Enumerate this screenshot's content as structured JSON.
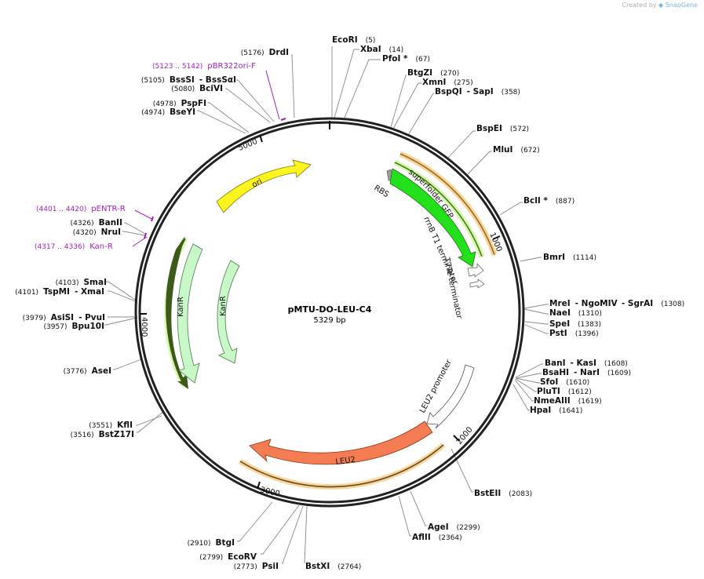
{
  "credit": {
    "prefix": "Created by",
    "brand": "SnapGene"
  },
  "plasmid": {
    "name": "pMTU-DO-LEU-C4",
    "length_label": "5329 bp"
  },
  "ticks": [
    "1000",
    "2000",
    "3000",
    "4000",
    "5000"
  ],
  "enzymes": [
    {
      "id": "ecori",
      "parts": [
        {
          "n": "EcoRI"
        },
        {
          "p": "(5)"
        }
      ]
    },
    {
      "id": "xbai",
      "parts": [
        {
          "n": "XbaI"
        },
        {
          "p": "(14)"
        }
      ]
    },
    {
      "id": "pfoi",
      "parts": [
        {
          "n": "PfoI *"
        },
        {
          "p": "(67)"
        }
      ]
    },
    {
      "id": "btgzi",
      "parts": [
        {
          "n": "BtgZI"
        },
        {
          "p": "(270)"
        }
      ]
    },
    {
      "id": "xmni",
      "parts": [
        {
          "n": "XmnI"
        },
        {
          "p": "(275)"
        }
      ]
    },
    {
      "id": "bspqi",
      "parts": [
        {
          "n": "BspQI"
        },
        {
          "n": "- SapI"
        },
        {
          "p": "(358)"
        }
      ]
    },
    {
      "id": "bspei",
      "parts": [
        {
          "n": "BspEI"
        },
        {
          "p": "(572)"
        }
      ]
    },
    {
      "id": "mlui",
      "parts": [
        {
          "n": "MluI"
        },
        {
          "p": "(672)"
        }
      ]
    },
    {
      "id": "bcli",
      "parts": [
        {
          "n": "BclI *"
        },
        {
          "p": "(887)"
        }
      ]
    },
    {
      "id": "bmri",
      "parts": [
        {
          "n": "BmrI"
        },
        {
          "p": "(1114)"
        }
      ]
    },
    {
      "id": "mrei",
      "parts": [
        {
          "n": "MreI"
        },
        {
          "n": "- NgoMIV"
        },
        {
          "n": "- SgrAI"
        },
        {
          "p": "(1308)"
        }
      ]
    },
    {
      "id": "naei",
      "parts": [
        {
          "n": "NaeI"
        },
        {
          "p": "(1310)"
        }
      ]
    },
    {
      "id": "spei",
      "parts": [
        {
          "n": "SpeI"
        },
        {
          "p": "(1383)"
        }
      ]
    },
    {
      "id": "psti",
      "parts": [
        {
          "n": "PstI"
        },
        {
          "p": "(1396)"
        }
      ]
    },
    {
      "id": "bani",
      "parts": [
        {
          "n": "BanI"
        },
        {
          "n": "- KasI"
        },
        {
          "p": "(1608)"
        }
      ]
    },
    {
      "id": "bsahi",
      "parts": [
        {
          "n": "BsaHI"
        },
        {
          "n": "- NarI"
        },
        {
          "p": "(1609)"
        }
      ]
    },
    {
      "id": "sfoi",
      "parts": [
        {
          "n": "SfoI"
        },
        {
          "p": "(1610)"
        }
      ]
    },
    {
      "id": "pluti",
      "parts": [
        {
          "n": "PluTI"
        },
        {
          "p": "(1612)"
        }
      ]
    },
    {
      "id": "nmeaiii",
      "parts": [
        {
          "n": "NmeAIII"
        },
        {
          "p": "(1619)"
        }
      ]
    },
    {
      "id": "hpai",
      "parts": [
        {
          "n": "HpaI"
        },
        {
          "p": "(1641)"
        }
      ]
    },
    {
      "id": "bsteii",
      "parts": [
        {
          "n": "BstEII"
        },
        {
          "p": "(2083)"
        }
      ]
    },
    {
      "id": "agei",
      "parts": [
        {
          "n": "AgeI"
        },
        {
          "p": "(2299)"
        }
      ]
    },
    {
      "id": "aflii",
      "parts": [
        {
          "n": "AflII"
        },
        {
          "p": "(2364)"
        }
      ]
    },
    {
      "id": "bstxi",
      "parts": [
        {
          "n": "BstXI"
        },
        {
          "p": "(2764)"
        }
      ]
    },
    {
      "id": "psii",
      "parts": [
        {
          "p": "(2773)"
        },
        {
          "n": "PsiI"
        }
      ]
    },
    {
      "id": "ecorv",
      "parts": [
        {
          "p": "(2799)"
        },
        {
          "n": "EcoRV"
        }
      ]
    },
    {
      "id": "btgi",
      "parts": [
        {
          "p": "(2910)"
        },
        {
          "n": "BtgI"
        }
      ]
    },
    {
      "id": "bstz17i",
      "parts": [
        {
          "p": "(3516)"
        },
        {
          "n": "BstZ17I"
        }
      ]
    },
    {
      "id": "kfli",
      "parts": [
        {
          "p": "(3551)"
        },
        {
          "n": "KflI"
        }
      ]
    },
    {
      "id": "asei",
      "parts": [
        {
          "p": "(3776)"
        },
        {
          "n": "AseI"
        }
      ]
    },
    {
      "id": "bpu10i",
      "parts": [
        {
          "p": "(3957)"
        },
        {
          "n": "Bpu10I"
        }
      ]
    },
    {
      "id": "asisi",
      "parts": [
        {
          "p": "(3979)"
        },
        {
          "n": "AsiSI"
        },
        {
          "n": "- PvuI"
        }
      ]
    },
    {
      "id": "tspmi",
      "parts": [
        {
          "p": "(4101)"
        },
        {
          "n": "TspMI"
        },
        {
          "n": "- XmaI"
        }
      ]
    },
    {
      "id": "smai",
      "parts": [
        {
          "p": "(4103)"
        },
        {
          "n": "SmaI"
        }
      ]
    },
    {
      "id": "nrui",
      "parts": [
        {
          "p": "(4320)"
        },
        {
          "n": "NruI"
        }
      ]
    },
    {
      "id": "banii",
      "parts": [
        {
          "p": "(4326)"
        },
        {
          "n": "BanII"
        }
      ]
    },
    {
      "id": "bseyi",
      "parts": [
        {
          "p": "(4974)"
        },
        {
          "n": "BseYI"
        }
      ]
    },
    {
      "id": "pspfi",
      "parts": [
        {
          "p": "(4978)"
        },
        {
          "n": "PspFI"
        }
      ]
    },
    {
      "id": "bcivi",
      "parts": [
        {
          "p": "(5080)"
        },
        {
          "n": "BciVI"
        }
      ]
    },
    {
      "id": "bsssi",
      "parts": [
        {
          "p": "(5105)"
        },
        {
          "n": "BssSI"
        },
        {
          "n": "- BssSαI"
        }
      ]
    },
    {
      "id": "drdi",
      "parts": [
        {
          "p": "(5176)"
        },
        {
          "n": "DrdI"
        }
      ]
    }
  ],
  "primers": [
    {
      "id": "pbr322ori-f",
      "name": "pBR322ori-F",
      "range": "(5123 .. 5142)"
    },
    {
      "id": "pentr-r",
      "name": "pENTR-R",
      "range": "(4401 .. 4420)"
    },
    {
      "id": "kan-r",
      "name": "Kan-R",
      "range": "(4317 .. 4336)"
    }
  ],
  "features": [
    {
      "id": "superfolder-gfp",
      "label": "superfolder GFP",
      "color": "#22e01a"
    },
    {
      "id": "rbs",
      "label": "RBS",
      "color": "#9b9b9b"
    },
    {
      "id": "rrnb-t1",
      "label": "rrnB T1 terminator",
      "color": "#ffffff"
    },
    {
      "id": "t7te",
      "label": "T7Te terminator",
      "color": "#ffffff"
    },
    {
      "id": "leu2-promoter",
      "label": "LEU2 promoter",
      "color": "#ffffff"
    },
    {
      "id": "leu2",
      "label": "LEU2",
      "color": "#f47c52"
    },
    {
      "id": "kanr-1",
      "label": "KanR",
      "color": "#c8f7c8"
    },
    {
      "id": "kanr-2",
      "label": "KanR",
      "color": "#c8f7c8"
    },
    {
      "id": "ori",
      "label": "ori",
      "color": "#fff51e"
    }
  ]
}
